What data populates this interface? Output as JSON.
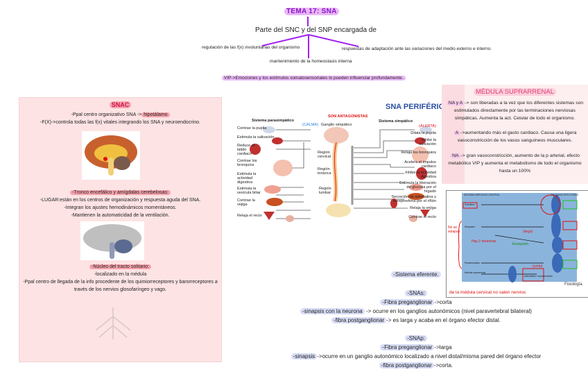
{
  "header": {
    "title": "TEMA 17: SNA",
    "subtitle": "Parte del SNC y del SNP encargada de",
    "branches": [
      "regulación de las f(x) involuntarias del organismo",
      "mantenimiento de la homeostasis interna",
      "respuestas de adaptación ante las variaciones del medio externo e interno."
    ],
    "vip_note": "VIP->Emociones y los estímulos somatosensoriales lo pueden influenciar profundamente.",
    "accent_color": "#a020f0"
  },
  "snac": {
    "title": "SNAC",
    "line1_prefix": "-Ppal centro organizativo SNA ->",
    "line1_highlight": "hipotálamo",
    "line2": "-F(X)->controla todas las f(x) vitales integrando los SNA y neuroendocrino.",
    "tronco_heading": "-Tronco encefálico y amígdalas cerebelosas:",
    "tronco_lines": [
      "-LUGAR:están en los centros de organización y respuesta aguda del SNA.",
      "-Integran los ajustes hemodinámicos momentáneos.",
      "-Mantienen la automaticidad de la ventilación."
    ],
    "nucleo_heading": "-Núcleo del tracto solitario:",
    "nucleo_lines": [
      "-localizado en la médula",
      "-Ppal centro de llegada de la info procedente de los quimiorreceptores y barorreceptores a",
      "través de los nervios glosofaríngeo y vago."
    ]
  },
  "sna_periferico": {
    "title": "SNA PERIFÉRICO",
    "antagonistas": "SON ANTAGONISTAS",
    "parasimpatico": "Sistema parasimpático",
    "simpatico": "Sistema simpático",
    "calma": "(CALMA)",
    "alerta": "(ALERTA)",
    "ganglio": "Ganglio simpático",
    "regions": [
      "Región cervical",
      "Región torácica",
      "Región lumbar"
    ],
    "para_effects": [
      "Contrae la pupila",
      "Estimula la salivación",
      "Reduce el latido cardiaco",
      "Contrae los bronquios",
      "Estimula la actividad digestiva",
      "Estimula la vesícula biliar",
      "Contrae la vejiga",
      "Relaja el recto"
    ],
    "simp_effects": [
      "Dilata la pupila",
      "Inhibe la salivación",
      "Relaja los bronquios",
      "Acelera el impulso cardiaco",
      "Inhibe la actividad digestiva",
      "Estimula la liberación de glucosa por el hígado",
      "Secreción de adrenalina y norepinefrina por el riñón",
      "Relaja la vejiga",
      "Contrae el recto"
    ]
  },
  "medula": {
    "title": "MÉDULA SUPRARRENAL",
    "p1_tag": "NA y A",
    "p1": [
      "-> son liberadas a la vez que los diferentes sistemas son",
      "estimulados directamente por las terminaciones nerviosas",
      "simpáticas. Aumenta la act. Celular de todo el organismo."
    ],
    "p2_tag": "A",
    "p2": [
      "->aumentando más el gasto cardiaco. Causa una ligera",
      "vasoconstricción de los vasos sanguíneos musculares."
    ],
    "p3_tag": "NA",
    "p3": [
      "-> gran vasoconstricción, aumento de la p arterial, efecto",
      "metabólico VIP y aumenta el metabolismo de todo el organismo",
      "hasta un 100%"
    ]
  },
  "figure": {
    "header_left": "SISTEMA NERVIOSO CENTRAL",
    "header_right": "ÓRGANOS EFECTORES",
    "rows": [
      "Somático",
      "Simpático",
      "Parasimpático",
      "Médula suprarrenal"
    ],
    "annotations": [
      "No se solapan",
      "Hay 2 neuronas",
      "(largo)",
      "(corto)",
      "Excepción",
      "adrenalina / noradrenalina"
    ],
    "caption_red": "de la médula cervical no salen nervios",
    "credit": "Fisiología"
  },
  "eferente": {
    "title": "-Sistema eferente.",
    "snas_title": "-SNAs:",
    "snas": [
      {
        "tag": "-Fibra preganglionar",
        "rest": "->corta"
      },
      {
        "tag": "-sinapsis con la neurona",
        "rest": " -> ocurre en los ganglios autonómicos (nivel paravertebral bilateral)"
      },
      {
        "tag": "-fibra postganglionar",
        "rest": "-> es larga y acaba en el órgano efector distal."
      }
    ],
    "snap_title": "-SNAp:",
    "snap": [
      {
        "tag": "-Fibra preganglionar",
        "rest": "->larga"
      },
      {
        "tag": "-sinapsis",
        "rest": "->ocurre en un ganglio autonómico localizado a nivel distal/misma pared del órgano efector"
      },
      {
        "tag": "-fibra postganglionar",
        "rest": "->corta."
      }
    ]
  }
}
